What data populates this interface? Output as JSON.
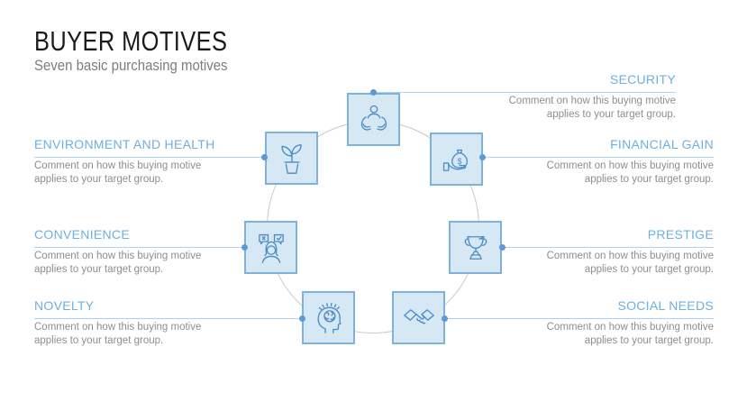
{
  "slide": {
    "title": "BUYER MOTIVES",
    "subtitle": "Seven basic purchasing motives"
  },
  "motives": [
    {
      "label": "SECURITY",
      "icon": "protecting-hands-icon",
      "comment": [
        "Comment on how this buying motive",
        "applies to your target group."
      ]
    },
    {
      "label": "FINANCIAL GAIN",
      "icon": "money-bag-hand-icon",
      "comment": [
        "Comment on how this buying motive",
        "applies to your target group."
      ]
    },
    {
      "label": "PRESTIGE",
      "icon": "trophy-icon",
      "comment": [
        "Comment on how this buying motive",
        "applies to your target group."
      ]
    },
    {
      "label": "SOCIAL NEEDS",
      "icon": "handshake-icon",
      "comment": [
        "Comment on how this buying motive",
        "applies to your target group."
      ]
    },
    {
      "label": "NOVELTY",
      "icon": "idea-brain-head-icon",
      "comment": [
        "Comment on how this buying motive",
        "applies to your target group."
      ]
    },
    {
      "label": "CONVENIENCE",
      "icon": "person-choice-bubbles-icon",
      "comment": [
        "Comment on how this buying motive",
        "applies to your target group."
      ]
    },
    {
      "label": "ENVIRONMENT AND HEALTH",
      "icon": "plant-pot-icon",
      "comment": [
        "Comment on how this buying motive",
        "applies to your target group."
      ]
    }
  ],
  "colors": {
    "accent_label": "#6cb0e0",
    "box_fill": "#d7e8f5",
    "box_border": "#7fb2da",
    "icon_stroke": "#4a8ac2",
    "connector_line": "#aed3ee",
    "connector_dot": "#5b9bd5",
    "circle": "#c9c9c9",
    "title_text": "#1a1a1a",
    "subtitle_text": "#7d7d7d",
    "comment_text": "#8e8e8e"
  }
}
